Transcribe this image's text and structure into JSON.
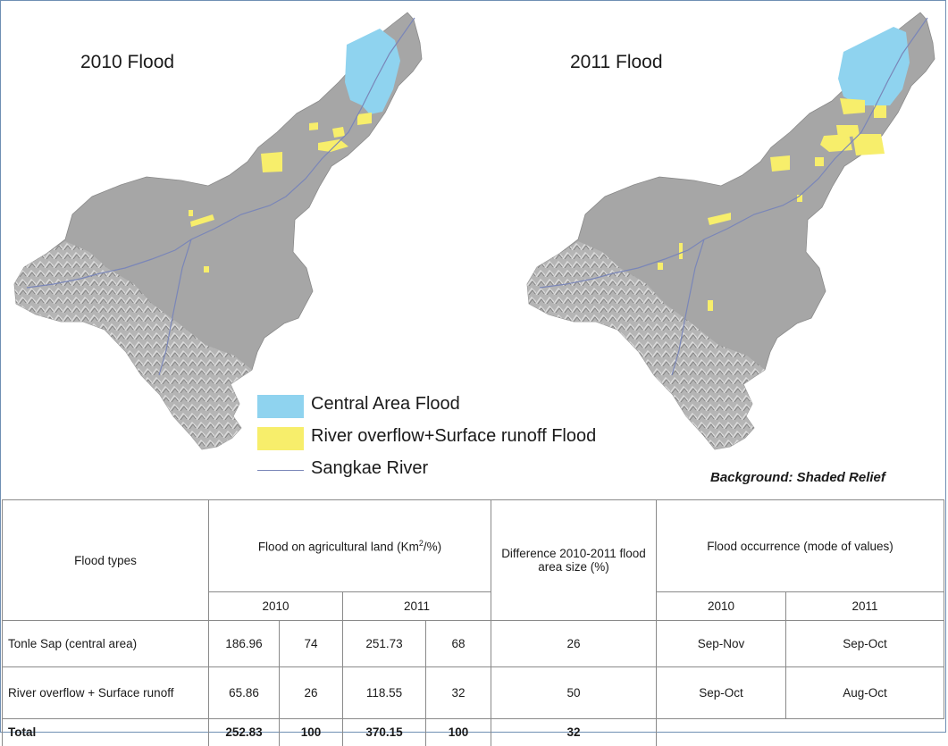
{
  "maps": [
    {
      "title": "2010 Flood"
    },
    {
      "title": "2011 Flood"
    }
  ],
  "legend": [
    {
      "label": "Central Area Flood",
      "color": "#8fd3ef"
    },
    {
      "label": "River overflow+Surface runoff Flood",
      "color": "#f7ee6b"
    },
    {
      "label": "Sangkae River",
      "color": "#7a86b8"
    }
  ],
  "background_note": "Background: Shaded Relief",
  "table": {
    "col_flood_types": "Flood types",
    "col_agri": "Flood on agricultural land (Km",
    "col_agri_sup": "2",
    "col_agri_tail": "/%)",
    "col_diff": "Difference 2010-2011 flood area size (%)",
    "col_occurrence": "Flood occurrence (mode of values)",
    "year_2010": "2010",
    "year_2011": "2011",
    "rows": [
      {
        "type": "Tonle Sap (central area)",
        "v2010": "186.96",
        "p2010": "74",
        "v2011": "251.73",
        "p2011": "68",
        "diff": "26",
        "occ2010": "Sep-Nov",
        "occ2011": "Sep-Oct"
      },
      {
        "type": "River overflow + Surface runoff",
        "v2010": "65.86",
        "p2010": "26",
        "v2011": "118.55",
        "p2011": "32",
        "diff": "50",
        "occ2010": "Sep-Oct",
        "occ2011": "Aug-Oct"
      },
      {
        "type": "Total",
        "v2010": "252.83",
        "p2010": "100",
        "v2011": "370.15",
        "p2011": "100",
        "diff": "32",
        "occ2010": "",
        "occ2011": ""
      }
    ]
  }
}
